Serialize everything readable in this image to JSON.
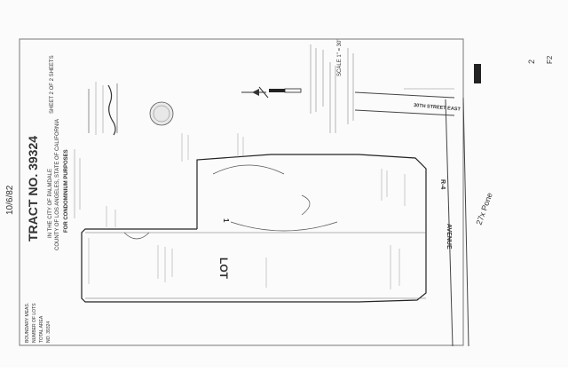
{
  "tract": {
    "title": "TRACT NO. 39324",
    "city": "IN THE CITY OF PALMDALE",
    "county": "COUNTY OF LOS ANGELES, STATE OF CALIFORNIA",
    "purpose": "FOR CONDOMINIUM PURPOSES"
  },
  "sheet": {
    "number": "SHEET 2 OF 2 SHEETS"
  },
  "scale": {
    "label": "SCALE 1\" = 30'"
  },
  "lot": {
    "label": "LOT",
    "number": "1"
  },
  "streets": {
    "avenue": "AVENUE",
    "avenue_code": "R-4",
    "street_east": "30TH STREET EAST"
  },
  "margin_notes": {
    "left_date": "10/6/82",
    "top_right": "2",
    "right_handwriting": "27x Pone",
    "stamp": "F2"
  },
  "bottom_notes": [
    "BOUNDARY MEAS.",
    "NUMBER OF LOTS",
    "TOTAL AREA",
    "NO. 39324"
  ],
  "colors": {
    "ink": "#333333",
    "paper": "#fbfbfb",
    "handwriting": "#2a3b9c"
  },
  "icons": {
    "seal": "circular-seal-icon",
    "north_arrow": "north-arrow-icon"
  }
}
